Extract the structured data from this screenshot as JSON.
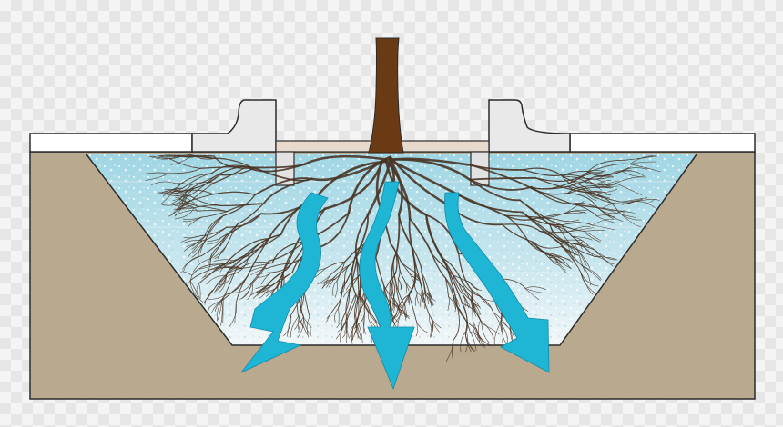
{
  "diagram": {
    "kind": "structural-soil-tree-root-cross-section",
    "colors": {
      "soil": "#b9a98e",
      "outline": "#2b2b2b",
      "pavement": "#ffffff",
      "curb": "#e9e9e9",
      "grate": "#e7d9cc",
      "trunk": "#6a3a14",
      "roots": "#4a3526",
      "water_top": "#9fd6e4",
      "water_bottom": "#f2f7f9",
      "arrow": "#1fb6d6"
    },
    "icons": [
      "tree-trunk",
      "root-system",
      "water-flow-arrow"
    ],
    "arrow_count": 3
  }
}
